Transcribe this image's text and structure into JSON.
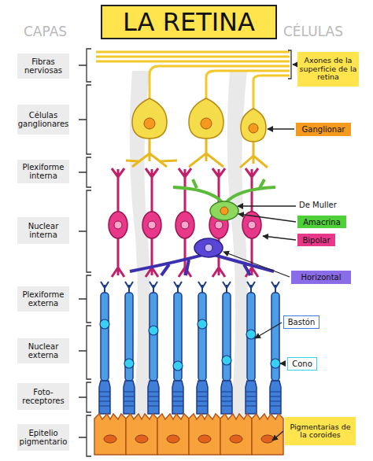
{
  "diagram": {
    "title": "LA RETINA",
    "nodes": [
      {
        "text": [
          "Fibras nerviosas"
        ]
      },
      {
        "text": [
          "Axones de la superficie de la retina"
        ]
      },
      {
        "text": [
          "Células ganglionares"
        ]
      },
      {
        "text": [
          "Ganglionar"
        ]
      },
      {
        "text": [
          "Plexiforme interna"
        ]
      },
      {
        "text": [
          "Amacrina"
        ]
      },
      {
        "text": [
          "Bipolar"
        ]
      },
      {
        "text": [
          "Nuclear interna"
        ]
      },
      {
        "text": [
          "Horizontal"
        ]
      },
      {
        "text": [
          "Plexiforme externa"
        ]
      },
      {
        "text": [
          "Bastón"
        ]
      },
      {
        "text": [
          "Nuclear externa"
        ]
      },
      {
        "text": [
          "Cono"
        ]
      },
      {
        "text": [
          "Foto- receptores"
        ]
      },
      {
        "text": [
          "Pigmentarias de la coroides"
        ]
      },
      {
        "text": [
          "Epitelio pigmentario"
        ]
      }
    ],
    "edges": [],
    "labels": [
      "CAPAS",
      "CÉLULAS",
      "De Muller"
    ]
  }
}
